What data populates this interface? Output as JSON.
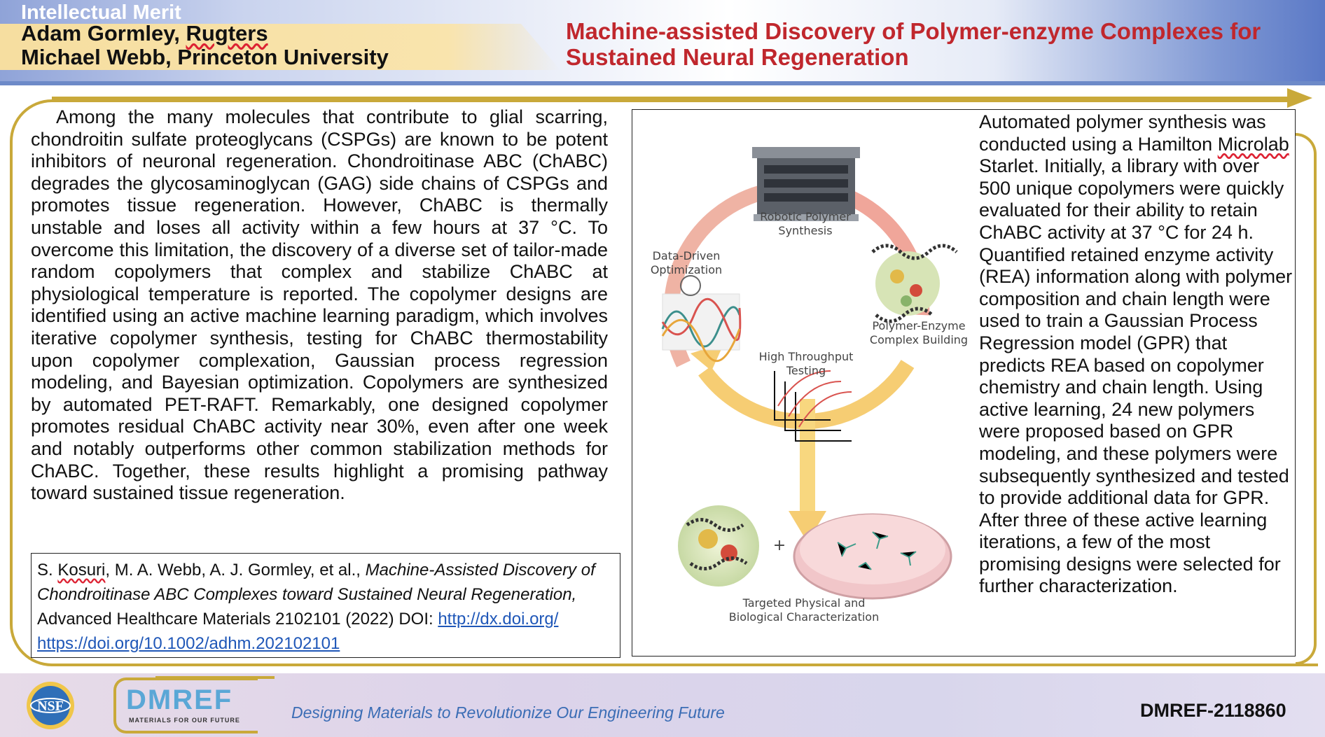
{
  "header": {
    "category": "Intellectual Merit",
    "author_1_name": "Adam Gormley, ",
    "author_1_affil": "Rugters",
    "author_2": "Michael Webb, Princeton University",
    "title": "Machine-assisted Discovery of Polymer-enzyme Complexes for Sustained Neural Regeneration"
  },
  "abstract": "Among the many molecules that contribute to glial scarring, chondroitin sulfate proteoglycans (CSPGs) are known to be potent inhibitors of neuronal regeneration. Chondroitinase ABC (ChABC) degrades the glycosaminoglycan (GAG) side chains of CSPGs and promotes tissue regeneration. However, ChABC is thermally unstable and loses all activity within a few hours at 37 °C. To overcome this limitation, the discovery of a diverse set of tailor-made random copolymers that complex and stabilize ChABC at physiological temperature is reported. The copolymer designs are identified using an active machine learning paradigm, which involves iterative copolymer synthesis, testing for ChABC thermostability upon copolymer complexation, Gaussian process regression modeling, and Bayesian optimization. Copolymers are synthesized by automated PET-RAFT. Remarkably, one designed copolymer promotes residual ChABC activity near 30%, even after one week and notably outperforms other common stabilization methods for ChABC. Together, these results highlight a promising pathway toward sustained tissue regeneration.",
  "citation": {
    "author_first": "S. ",
    "author_squiggle": "Kosuri",
    "authors_rest": ", M. A. Webb, A. J. Gormley, et al., ",
    "paper_title": "Machine-Assisted Discovery of Chondroitinase ABC Complexes toward Sustained Neural Regeneration,",
    "journal": " Advanced Healthcare Materials 2102101 (2022) DOI: ",
    "link_1": "http://dx.doi.org/",
    "link_2": "https://doi.org/10.1002/adhm.202102101"
  },
  "figure": {
    "label_robotic": "Robotic Polymer\nSynthesis",
    "label_data_driven": "Data-Driven\nOptimization",
    "label_polymer_enzyme": "Polymer-Enzyme\nComplex Building",
    "label_high_throughput": "High Throughput\nTesting",
    "label_plus": "+",
    "label_targeted": "Targeted Physical and\nBiological Characterization"
  },
  "panel_text": {
    "line_start": "Automated polymer synthesis was conducted using a Hamilton ",
    "squiggle_word": "Microlab",
    "line_rest": " Starlet. Initially, a library with over 500 unique copolymers were quickly evaluated for their ability to retain ChABC activity at 37 °C for 24 h. Quantified retained enzyme activity (REA) information along with polymer composition and chain length were used to train a Gaussian Process Regression model (GPR) that predicts REA based on copolymer chemistry and chain length. Using active learning, 24 new polymers were proposed based on GPR modeling, and these polymers were subsequently synthesized and tested to provide additional data for GPR. After three of these active learning iterations, a few of the most promising designs were selected for further characterization."
  },
  "footer": {
    "nsf_logo_text": "NSF",
    "dmref_logo_text": "DMREF",
    "dmref_logo_tagline": "MATERIALS FOR OUR FUTURE",
    "tagline": "Designing Materials to Revolutionize Our Engineering Future",
    "award": "DMREF-2118860"
  },
  "colors": {
    "title_red": "#c0272d",
    "gold_frame": "#c9a93a",
    "link_blue": "#1f57b8",
    "tagline_blue": "#3b6db5",
    "dmref_blue": "#5aa7d6"
  }
}
